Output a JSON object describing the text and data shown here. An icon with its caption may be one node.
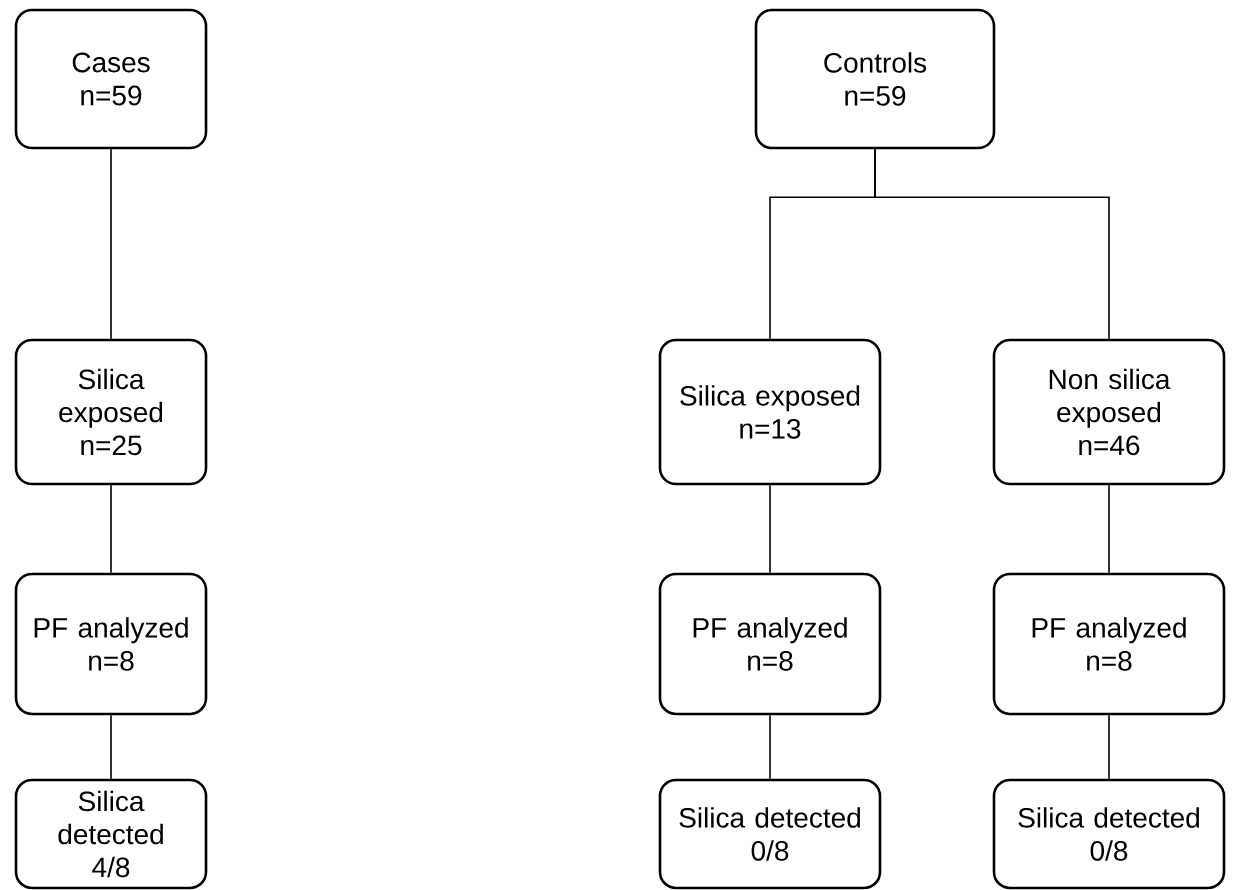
{
  "diagram": {
    "nodes": [
      {
        "text": [
          "Cases",
          "n=59"
        ]
      },
      {
        "text": [
          "Controls",
          "n=59"
        ]
      },
      {
        "text": [
          "Silica exposed",
          "n=25"
        ]
      },
      {
        "text": [
          "Silica exposed",
          "n=13"
        ]
      },
      {
        "text": [
          "Non silica exposed",
          "n=46"
        ]
      },
      {
        "text": [
          "PF analyzed",
          "n=8"
        ]
      },
      {
        "text": [
          "PF analyzed",
          "n=8"
        ]
      },
      {
        "text": [
          "PF analyzed",
          "n=8"
        ]
      },
      {
        "text": [
          "Silica detected",
          "4/8"
        ]
      },
      {
        "text": [
          "Silica detected",
          "0/8"
        ]
      },
      {
        "text": [
          "Silica detected",
          "0/8"
        ]
      }
    ],
    "edges": [
      {
        "from": 0,
        "to": 2,
        "arrow": "none"
      },
      {
        "from": 1,
        "to": 3,
        "arrow": "none"
      },
      {
        "from": 1,
        "to": 4,
        "arrow": "none"
      },
      {
        "from": 2,
        "to": 5,
        "arrow": "none"
      },
      {
        "from": 3,
        "to": 6,
        "arrow": "none"
      },
      {
        "from": 4,
        "to": 7,
        "arrow": "none"
      },
      {
        "from": 5,
        "to": 8,
        "arrow": "none"
      },
      {
        "from": 6,
        "to": 9,
        "arrow": "none"
      },
      {
        "from": 7,
        "to": 10,
        "arrow": "none"
      }
    ]
  }
}
